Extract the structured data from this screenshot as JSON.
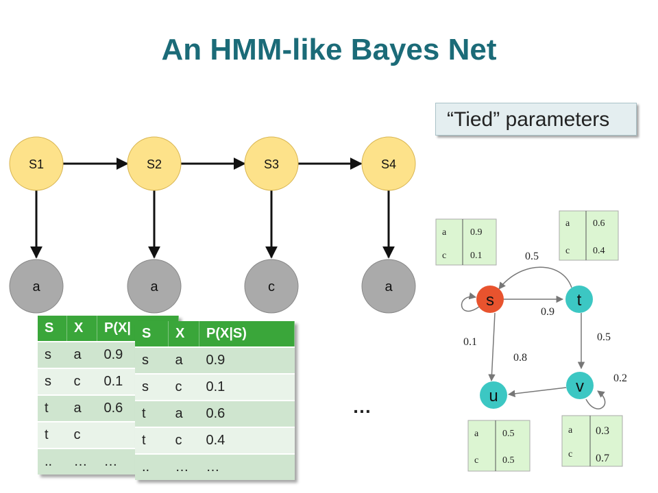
{
  "title": "An HMM-like Bayes Net",
  "callout": "“Tied” parameters",
  "chain": {
    "states": [
      "S1",
      "S2",
      "S3",
      "S4"
    ],
    "observations": [
      "a",
      "a",
      "c",
      "a"
    ]
  },
  "cpt_back": {
    "headers": [
      "S",
      "X",
      "P(X|"
    ],
    "rows": [
      [
        "s",
        "a",
        "0.9"
      ],
      [
        "s",
        "c",
        "0.1"
      ],
      [
        "t",
        "a",
        "0.6"
      ],
      [
        "t",
        "c",
        ""
      ],
      [
        "..",
        "…",
        "…"
      ]
    ]
  },
  "cpt_front": {
    "headers": [
      "S",
      "X",
      "P(X|S)"
    ],
    "rows": [
      [
        "s",
        "a",
        "0.9"
      ],
      [
        "s",
        "c",
        "0.1"
      ],
      [
        "t",
        "a",
        "0.6"
      ],
      [
        "t",
        "c",
        "0.4"
      ],
      [
        "..",
        "…",
        "…"
      ]
    ]
  },
  "ellipsis": "…",
  "hmm": {
    "states": {
      "s": "s",
      "t": "t",
      "u": "u",
      "v": "v"
    },
    "transitions": {
      "s_self": "0.1",
      "t_to_s": "0.5",
      "s_to_t": "0.9",
      "t_to_v": "0.5",
      "s_to_u": "0.8",
      "v_self": "0.2"
    },
    "emissions": {
      "s": {
        "symbols": [
          "a",
          "c"
        ],
        "probs": [
          "0.9",
          "0.1"
        ]
      },
      "t": {
        "symbols": [
          "a",
          "c"
        ],
        "probs": [
          "0.6",
          "0.4"
        ]
      },
      "u": {
        "symbols": [
          "a",
          "c"
        ],
        "probs": [
          "0.5",
          "0.5"
        ]
      },
      "v": {
        "symbols": [
          "a",
          "c"
        ],
        "probs": [
          "0.3",
          "0.7"
        ]
      }
    }
  },
  "colors": {
    "title": "#1b6b78",
    "state_node": "#fde28a",
    "observation_node": "#aaaaaa",
    "hmm_s": "#e8532e",
    "hmm_other": "#3cc7c3",
    "emission_box": "#dcf5d2",
    "table_header": "#3aa63a"
  }
}
